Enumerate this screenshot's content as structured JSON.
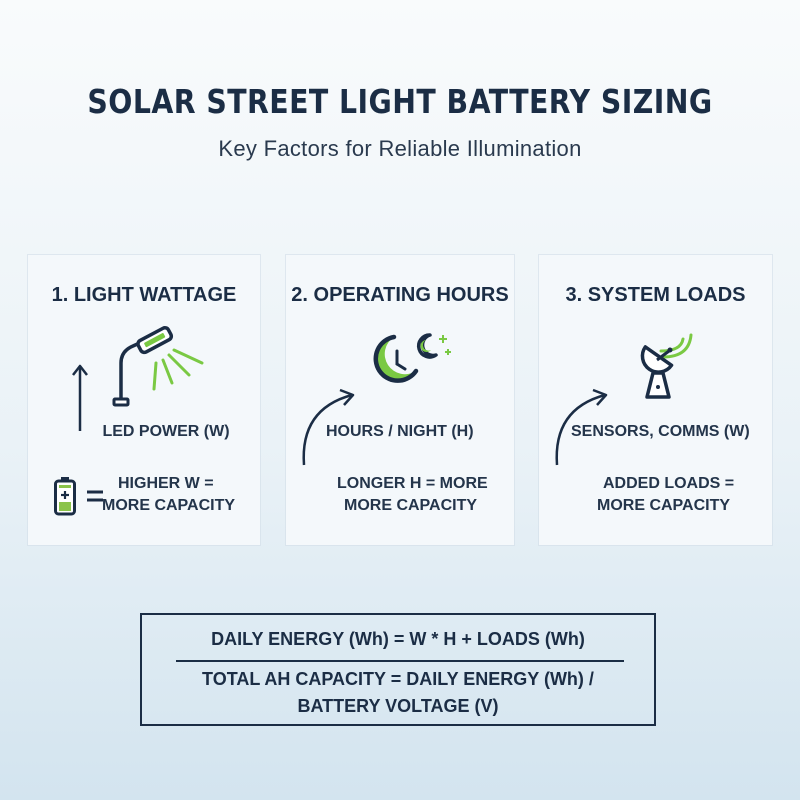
{
  "header": {
    "title": "SOLAR STREET LIGHT BATTERY SIZING",
    "subtitle": "Key Factors for Reliable Illumination"
  },
  "cards": [
    {
      "title": "1. LIGHT WATTAGE",
      "factor": "LED POWER (W)",
      "result_line1": "HIGHER W =",
      "result_line2": "MORE CAPACITY",
      "icons": [
        "street-light-icon",
        "up-arrow-icon",
        "battery-icon",
        "equals-icon"
      ]
    },
    {
      "title": "2. OPERATING HOURS",
      "factor": "HOURS / NIGHT (H)",
      "result_line1": "LONGER H = MORE",
      "result_line2": "MORE CAPACITY",
      "icons": [
        "clock-moon-icon",
        "curved-arrow-icon"
      ]
    },
    {
      "title": "3. SYSTEM LOADS",
      "factor": "SENSORS, COMMS (W)",
      "result_line1": "ADDED LOADS =",
      "result_line2": "MORE CAPACITY",
      "icons": [
        "satellite-dish-icon",
        "curved-arrow-icon"
      ]
    }
  ],
  "formula": {
    "numerator": "DAILY ENERGY (Wh) = W * H + LOADS (Wh)",
    "denominator_line1": "TOTAL AH CAPACITY = DAILY ENERGY (Wh) /",
    "denominator_line2": "BATTERY VOLTAGE (V)"
  },
  "colors": {
    "navy": "#1b2d45",
    "accent_green": "#7ac943",
    "battery_green": "#8bc34a",
    "card_bg": "#f4f8fb"
  }
}
